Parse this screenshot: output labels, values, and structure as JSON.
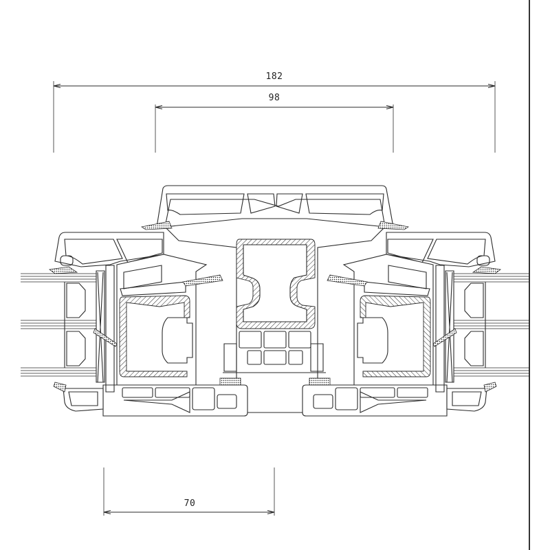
{
  "drawing": {
    "type": "technical cross-section",
    "subject": "window profile section with central mullion and two sashes",
    "line_color": "#2a2a2a",
    "background": "#ffffff"
  },
  "dimensions": {
    "overall_width": {
      "label": "182"
    },
    "mullion_width": {
      "label": "98"
    },
    "frame_depth": {
      "label": "70"
    }
  }
}
